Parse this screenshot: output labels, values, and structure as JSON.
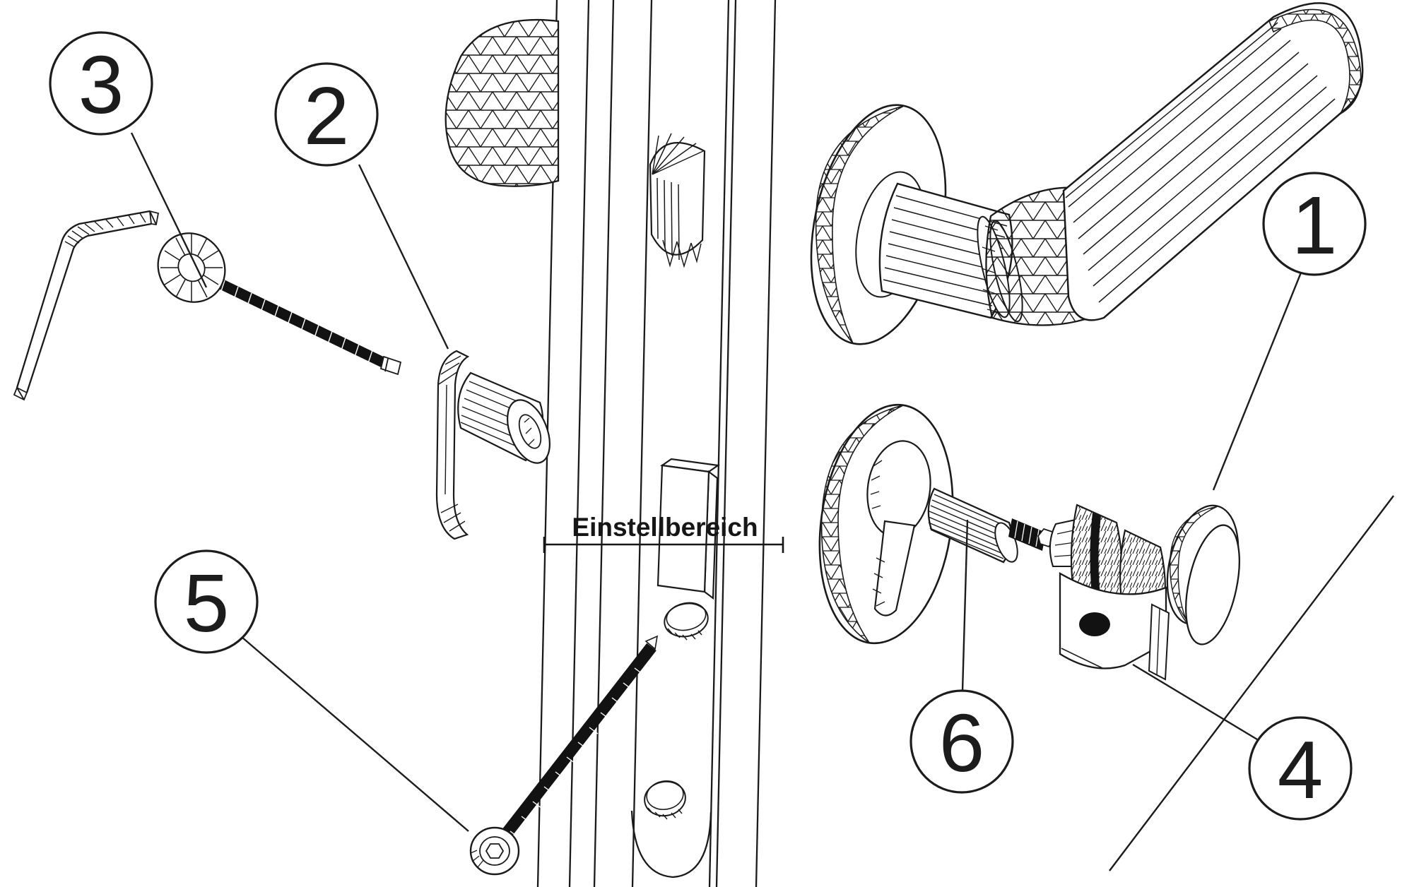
{
  "figure": {
    "kind": "exploded-assembly-line-drawing",
    "background": "#ffffff",
    "line_color": "#1a1a1a",
    "solid_part_color": "#121212"
  },
  "dimension": {
    "label": "Einstellbereich"
  },
  "callouts": [
    {
      "number": "1"
    },
    {
      "number": "2"
    },
    {
      "number": "3"
    },
    {
      "number": "4"
    },
    {
      "number": "5"
    },
    {
      "number": "6"
    }
  ]
}
